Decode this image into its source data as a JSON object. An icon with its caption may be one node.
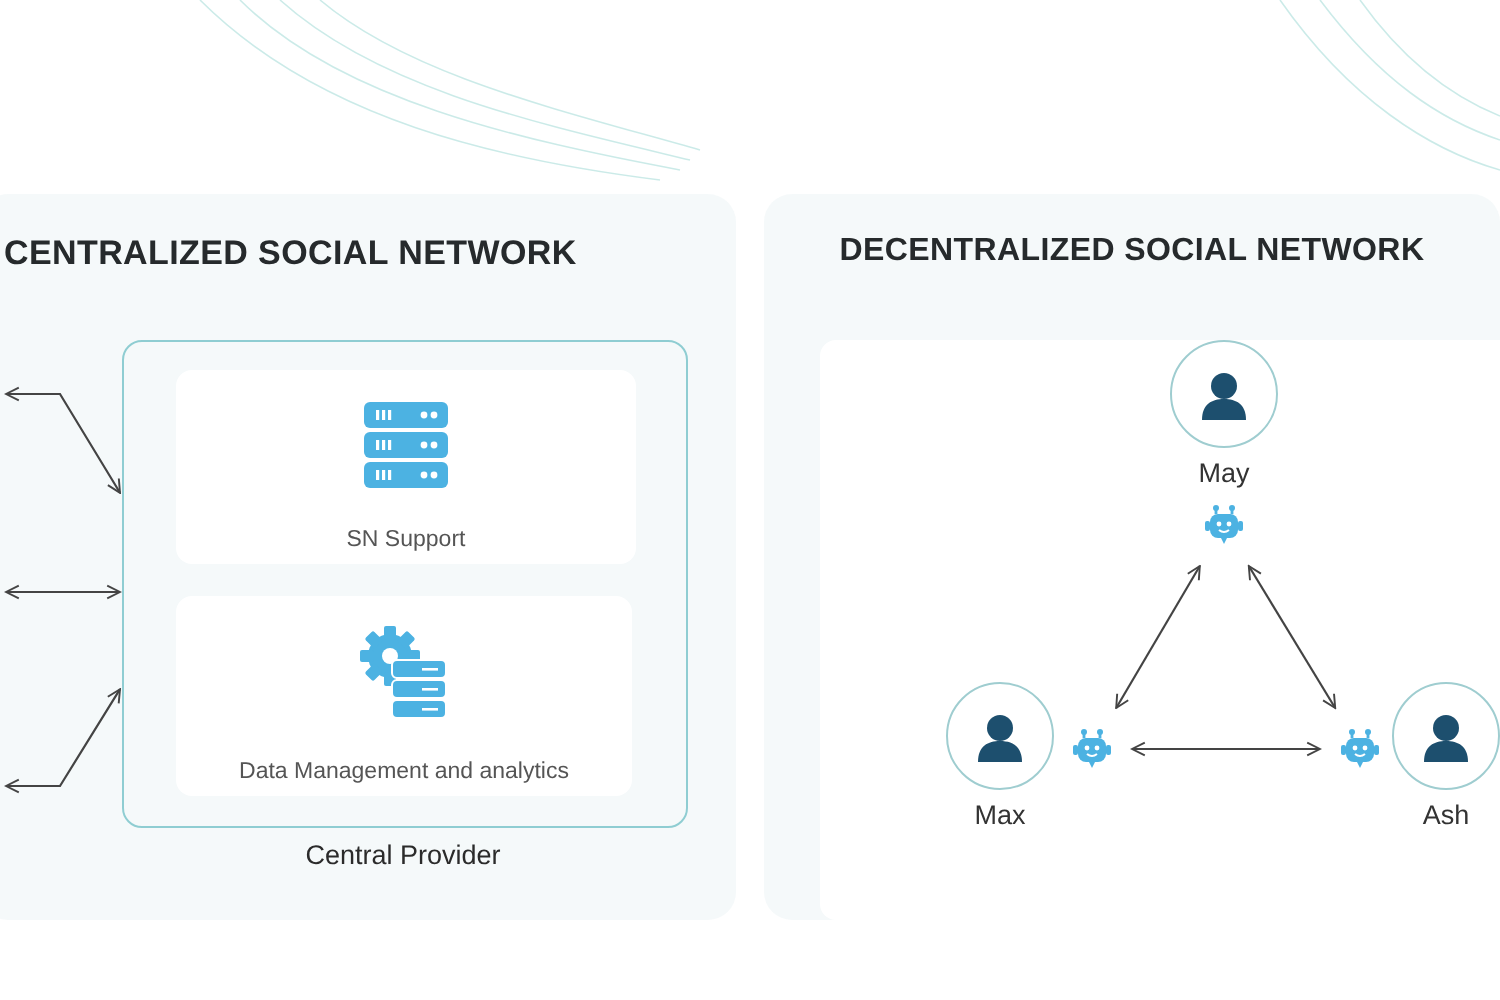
{
  "diagram": {
    "nodes": [
      {
        "text": [
          "CENTRALIZED SOCIAL NETWORK"
        ]
      },
      {
        "text": [
          "Central Provider"
        ],
        "in": 0
      },
      {
        "text": [
          "SN Support"
        ],
        "in": 1
      },
      {
        "text": [
          "Data Management and analytics"
        ],
        "in": 1
      },
      {
        "text": [
          "DECENTRALIZED SOCIAL NETWORK"
        ]
      },
      {
        "text": [
          "May"
        ],
        "in": 4
      },
      {
        "text": [],
        "shape": "picture",
        "in": 4
      },
      {
        "text": [
          "Max"
        ],
        "in": 4
      },
      {
        "text": [],
        "shape": "picture",
        "in": 4
      },
      {
        "text": [],
        "shape": "picture",
        "in": 4
      },
      {
        "text": [
          "Ash"
        ],
        "in": 4
      }
    ],
    "edges": [
      {
        "from": null,
        "to": 1,
        "arrow": "both"
      },
      {
        "from": null,
        "to": 1,
        "arrow": "both"
      },
      {
        "from": null,
        "to": 1,
        "arrow": "both"
      },
      {
        "from": 6,
        "to": 8,
        "arrow": "both"
      },
      {
        "from": 6,
        "to": 9,
        "arrow": "both"
      },
      {
        "from": 8,
        "to": 9,
        "arrow": "both"
      }
    ]
  }
}
